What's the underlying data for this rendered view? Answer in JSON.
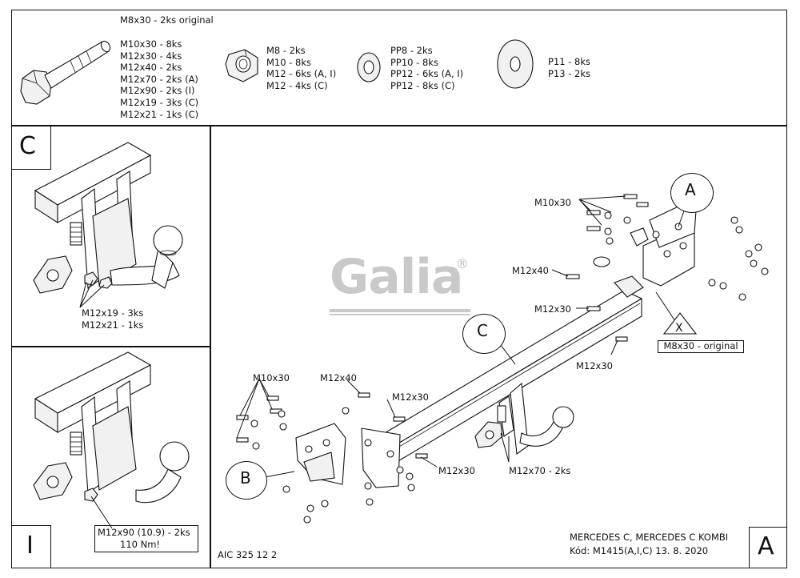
{
  "hardware": {
    "bolt": {
      "original": "M8x30 - 2ks original",
      "items": [
        "M10x30 - 8ks",
        "M12x30 - 4ks",
        "M12x40 - 2ks",
        "M12x70 - 2ks (A)",
        "M12x90 - 2ks (I)",
        "M12x19 - 3ks (C)",
        "M12x21 - 1ks (C)"
      ]
    },
    "nut": {
      "items": [
        "M8 - 2ks",
        "M10 - 8ks",
        "M12 - 6ks (A, I)",
        "M12 - 4ks (C)"
      ]
    },
    "washer": {
      "items": [
        "PP8 - 2ks",
        "PP10 - 8ks",
        "PP12 - 6ks (A, I)",
        "PP12 - 8ks (C)"
      ]
    },
    "big_washer": {
      "items": [
        "P11 - 8ks",
        "P13 - 2ks"
      ]
    }
  },
  "panel_c": {
    "letter": "C",
    "label_1": "M12x19 - 3ks",
    "label_2": "M12x21 - 1ks"
  },
  "panel_i": {
    "letter": "I",
    "label_1": "M12x90 (10.9) - 2ks",
    "label_2": "110 Nm!"
  },
  "main": {
    "logo": "Galia",
    "logo_reg": "®",
    "letter_a_corner": "A",
    "callout_a": "A",
    "callout_b": "B",
    "callout_c": "C",
    "callout_x": "X",
    "x_box": "M8x30 - original",
    "labels": {
      "m10x30_top": "M10x30",
      "m12x40_right": "M12x40",
      "m12x30_right1": "M12x30",
      "m12x30_right2": "M12x30",
      "m10x30_left": "M10x30",
      "m12x40_left": "M12x40",
      "m12x30_mid": "M12x30",
      "m12x30_bottom": "M12x30",
      "m12x70": "M12x70 - 2ks"
    },
    "footer_code": "AIC 325 12 2",
    "vehicle": "MERCEDES C, MERCEDES C KOMBI",
    "kod": "Kód: M1415(A,I,C)  13. 8. 2020"
  }
}
